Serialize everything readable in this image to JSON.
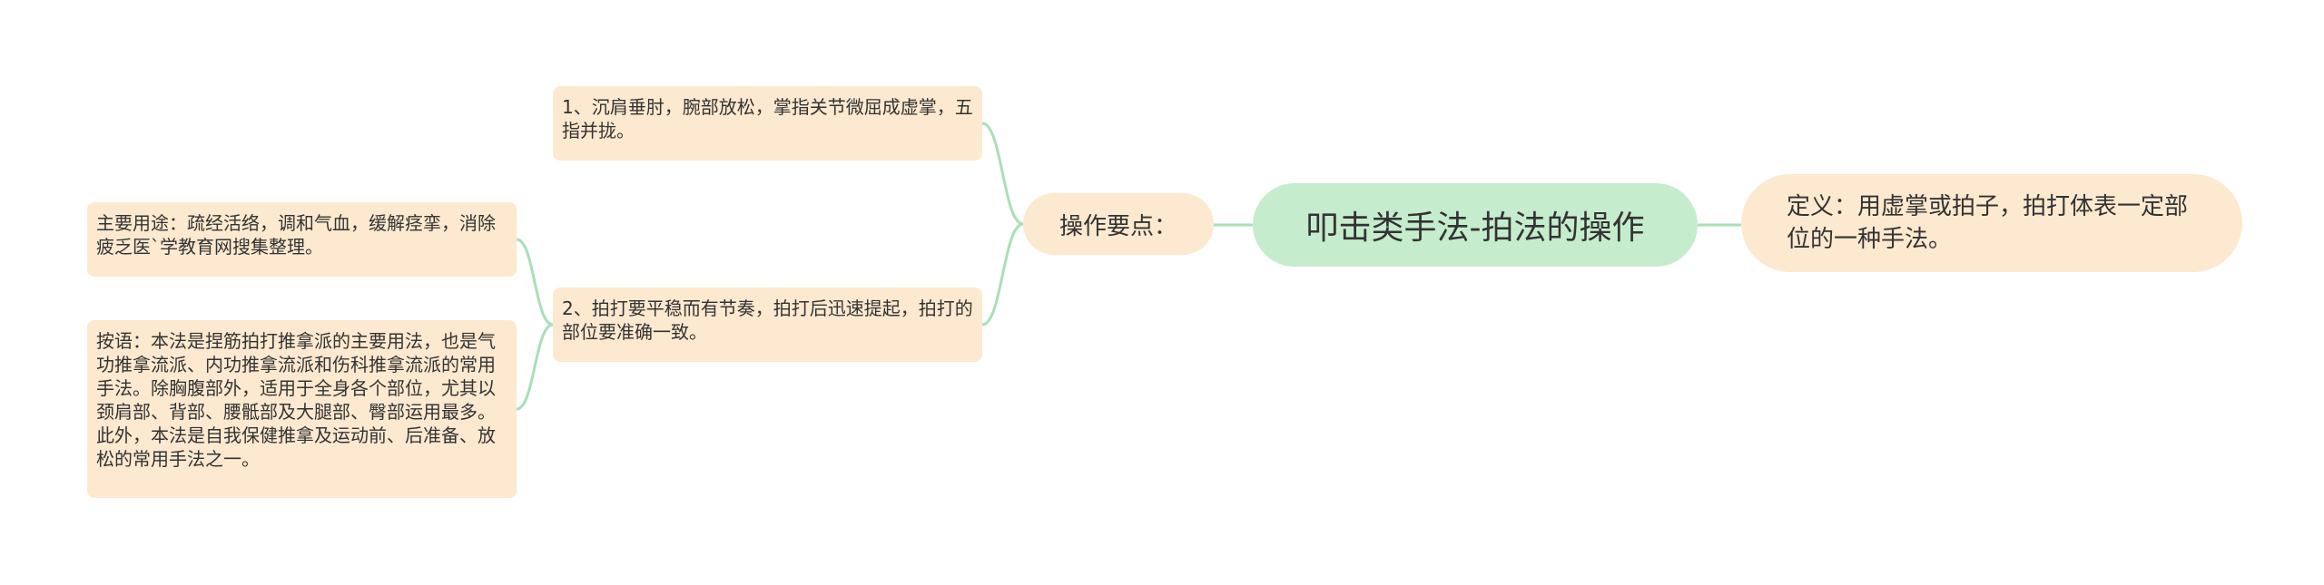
{
  "colors": {
    "root_fill": "#c6ecce",
    "node_fill": "#fde9cf",
    "connector": "#a8dfb7",
    "text": "#333333",
    "background": "#ffffff"
  },
  "mindmap": {
    "root": "叩击类手法-拍法的操作",
    "definition": "定义：用虚掌或拍子，拍打体表一定部位的一种手法。",
    "operation": {
      "label": "操作要点：",
      "points": [
        "1、沉肩垂肘，腕部放松，掌指关节微屈成虚掌，五指并拢。",
        "2、拍打要平稳而有节奏，拍打后迅速提起，拍打的部位要准确一致。"
      ],
      "details": [
        "主要用途：疏经活络，调和气血，缓解痉挛，消除疲乏医`学教育网搜集整理。",
        "按语：本法是捏筋拍打推拿派的主要用法，也是气功推拿流派、内功推拿流派和伤科推拿流派的常用手法。除胸腹部外，适用于全身各个部位，尤其以颈肩部、背部、腰骶部及大腿部、臀部运用最多。此外，本法是自我保健推拿及运动前、后准备、放松的常用手法之一。"
      ]
    }
  }
}
